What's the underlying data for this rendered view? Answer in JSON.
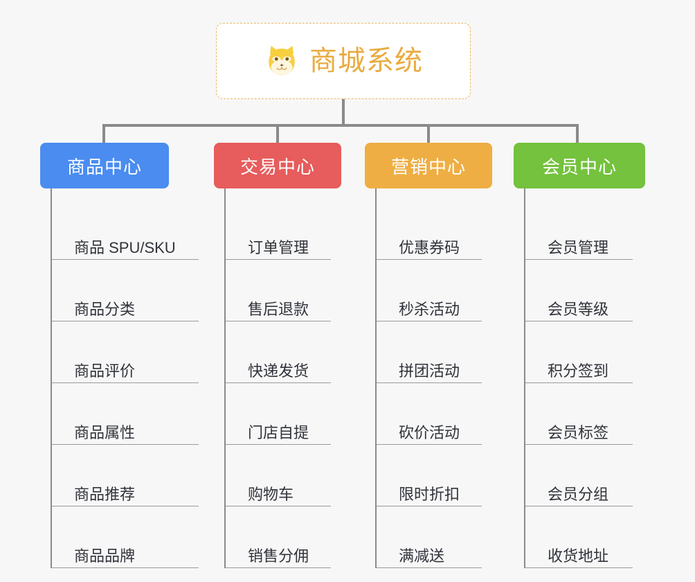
{
  "background_color": "#f7f7f7",
  "root": {
    "icon": "shiba-dog-face-emoji",
    "title": "商城系统",
    "title_color": "#e9ab40",
    "border_color": "#e8b55e"
  },
  "branches": [
    {
      "id": "product-center",
      "label": "商品中心",
      "color": "#4a8cf0",
      "items": [
        "商品 SPU/SKU",
        "商品分类",
        "商品评价",
        "商品属性",
        "商品推荐",
        "商品品牌"
      ]
    },
    {
      "id": "trade-center",
      "label": "交易中心",
      "color": "#e75c5c",
      "items": [
        "订单管理",
        "售后退款",
        "快递发货",
        "门店自提",
        "购物车",
        "销售分佣"
      ]
    },
    {
      "id": "marketing-center",
      "label": "营销中心",
      "color": "#eeae43",
      "items": [
        "优惠券码",
        "秒杀活动",
        "拼团活动",
        "砍价活动",
        "限时折扣",
        "满减送"
      ]
    },
    {
      "id": "member-center",
      "label": "会员中心",
      "color": "#74c23d",
      "items": [
        "会员管理",
        "会员等级",
        "积分签到",
        "会员标签",
        "会员分组",
        "收货地址"
      ]
    }
  ],
  "connector_color": "#8a8a8a",
  "leaf_text_color": "#30333a",
  "leaf_rule_color": "#9a9a9a"
}
